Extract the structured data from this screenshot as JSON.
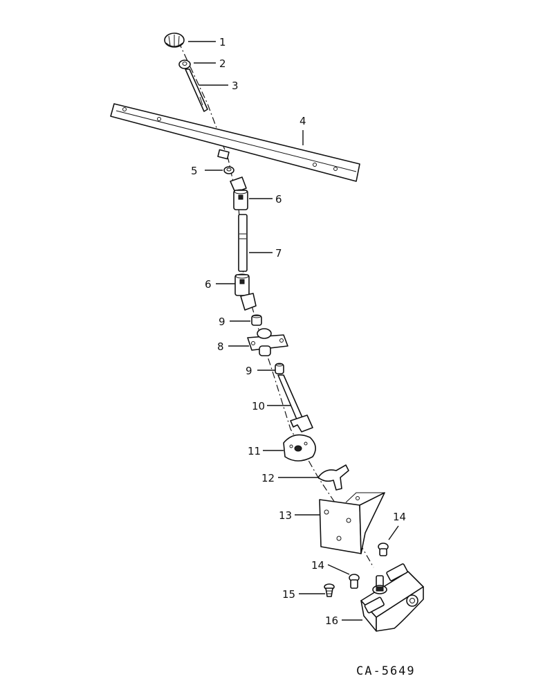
{
  "diagram": {
    "callouts": [
      {
        "id": "1",
        "label": "1"
      },
      {
        "id": "2",
        "label": "2"
      },
      {
        "id": "3",
        "label": "3"
      },
      {
        "id": "4",
        "label": "4"
      },
      {
        "id": "5",
        "label": "5"
      },
      {
        "id": "6a",
        "label": "6"
      },
      {
        "id": "7",
        "label": "7"
      },
      {
        "id": "6b",
        "label": "6"
      },
      {
        "id": "9a",
        "label": "9"
      },
      {
        "id": "8",
        "label": "8"
      },
      {
        "id": "9b",
        "label": "9"
      },
      {
        "id": "10",
        "label": "10"
      },
      {
        "id": "11",
        "label": "11"
      },
      {
        "id": "12",
        "label": "12"
      },
      {
        "id": "13",
        "label": "13"
      },
      {
        "id": "14a",
        "label": "14"
      },
      {
        "id": "14b",
        "label": "14"
      },
      {
        "id": "15",
        "label": "15"
      },
      {
        "id": "16",
        "label": "16"
      }
    ],
    "figure_code": "CA-5649"
  }
}
